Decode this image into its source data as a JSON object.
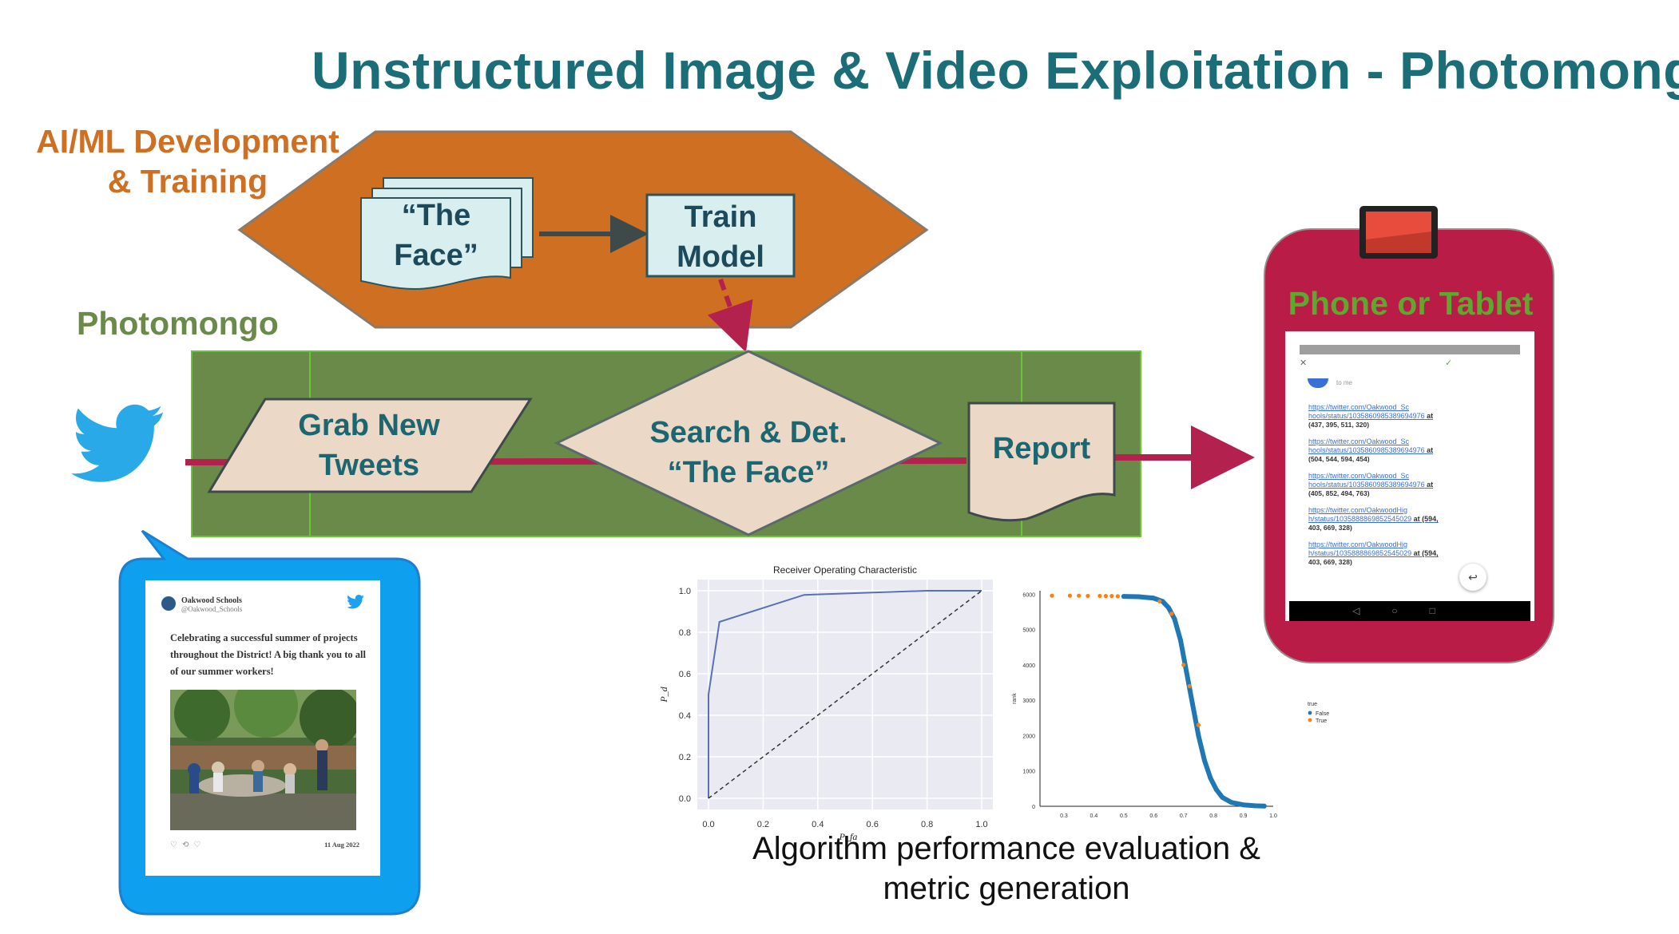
{
  "title": "Unstructured Image & Video Exploitation - Photomongo",
  "section_aiml": [
    "AI/ML Development",
    "& Training"
  ],
  "section_photomongo": "Photomongo",
  "docs_label": [
    "“The",
    "Face”"
  ],
  "train_model_label": [
    "Train",
    "Model"
  ],
  "grab_tweets_label": [
    "Grab New",
    "Tweets"
  ],
  "search_label": [
    "Search & Det.",
    "“The Face”"
  ],
  "report_label": "Report",
  "phone_label": "Phone or Tablet",
  "caption": [
    "Algorithm performance evaluation &",
    "metric generation"
  ],
  "colors": {
    "title": "#1b6e78",
    "aiml_hexagon": "#cf6f22",
    "photomongo_band": "#6a8a4a",
    "flow_line": "#b3224e",
    "phone_body": "#b81c47",
    "tweet_bubble": "#0ea0ee",
    "box_fill": "#d8eeef",
    "shape_fill": "#ecd8c7"
  },
  "tweet": {
    "account_name": "Oakwood Schools",
    "handle": "@Oakwood_Schools",
    "text": "Celebrating a successful summer of projects throughout the District! A big thank you to all of our summer workers!",
    "date": "11 Aug 2022"
  },
  "phone_screen": {
    "sender": "to me",
    "results": [
      {
        "link": [
          "https://twitter.com/Oakwood_Sc",
          "hools/status/1035860985389694976"
        ],
        "suffix": "at",
        "coords": "(437, 395, 511, 320)"
      },
      {
        "link": [
          "https://twitter.com/Oakwood_Sc",
          "hools/status/1035860985389694976"
        ],
        "suffix": "at",
        "coords": "(504, 544, 594, 454)"
      },
      {
        "link": [
          "https://twitter.com/Oakwood_Sc",
          "hools/status/1035860985389694976"
        ],
        "suffix": "at",
        "coords": "(405, 852, 494, 763)"
      },
      {
        "link": [
          "https://twitter.com/OakwoodHig",
          "h/status/1035888869852545029"
        ],
        "suffix": "at (594,",
        "coords": "403, 669, 328)"
      },
      {
        "link": [
          "https://twitter.com/OakwoodHig",
          "h/status/1035888869852545029"
        ],
        "suffix": "at (594,",
        "coords": "403, 669, 328)"
      }
    ]
  },
  "chart_data": [
    {
      "type": "line",
      "title": "Receiver Operating Characteristic",
      "xlabel": "P_fa",
      "ylabel": "P_d",
      "xlim": [
        0,
        1
      ],
      "ylim": [
        0,
        1
      ],
      "xticks": [
        0.0,
        0.2,
        0.4,
        0.6,
        0.8,
        1.0
      ],
      "yticks": [
        0.0,
        0.2,
        0.4,
        0.6,
        0.8,
        1.0
      ],
      "grid": true,
      "series": [
        {
          "style": "solid",
          "color": "#5b6fb5",
          "x": [
            0.0,
            0.0,
            0.0,
            0.04,
            0.35,
            0.8,
            1.0
          ],
          "y": [
            0.0,
            0.02,
            0.5,
            0.85,
            0.98,
            1.0,
            1.0
          ]
        },
        {
          "style": "dashed",
          "color": "#333333",
          "x": [
            0.0,
            1.0
          ],
          "y": [
            0.0,
            1.0
          ]
        }
      ]
    },
    {
      "type": "scatter",
      "xlabel": "",
      "ylabel": "rank",
      "xlim": [
        0.22,
        1.0
      ],
      "ylim": [
        0,
        6100
      ],
      "xticks": [
        0.3,
        0.4,
        0.5,
        0.6,
        0.7,
        0.8,
        0.9,
        1.0
      ],
      "yticks": [
        0,
        1000,
        2000,
        3000,
        4000,
        5000,
        6000
      ],
      "legend": {
        "title": "true",
        "entries": [
          {
            "label": "False",
            "color": "#1f77b4"
          },
          {
            "label": "True",
            "color": "#ff7f0e"
          }
        ],
        "placement": "right"
      },
      "series": [
        {
          "name": "False",
          "color": "#1f77b4",
          "x": [
            0.5,
            0.55,
            0.6,
            0.63,
            0.65,
            0.67,
            0.69,
            0.71,
            0.73,
            0.75,
            0.77,
            0.79,
            0.81,
            0.83,
            0.86,
            0.9,
            0.94,
            0.97
          ],
          "y": [
            5940,
            5930,
            5890,
            5800,
            5620,
            5300,
            4700,
            3800,
            2900,
            2000,
            1300,
            800,
            470,
            250,
            110,
            40,
            15,
            5
          ]
        },
        {
          "name": "True",
          "color": "#ff7f0e",
          "x": [
            0.26,
            0.32,
            0.35,
            0.38,
            0.42,
            0.44,
            0.46,
            0.48,
            0.62,
            0.66,
            0.7,
            0.72,
            0.75
          ],
          "y": [
            5960,
            5960,
            5960,
            5955,
            5955,
            5950,
            5950,
            5945,
            5800,
            5450,
            4000,
            3400,
            2300
          ]
        }
      ]
    }
  ]
}
